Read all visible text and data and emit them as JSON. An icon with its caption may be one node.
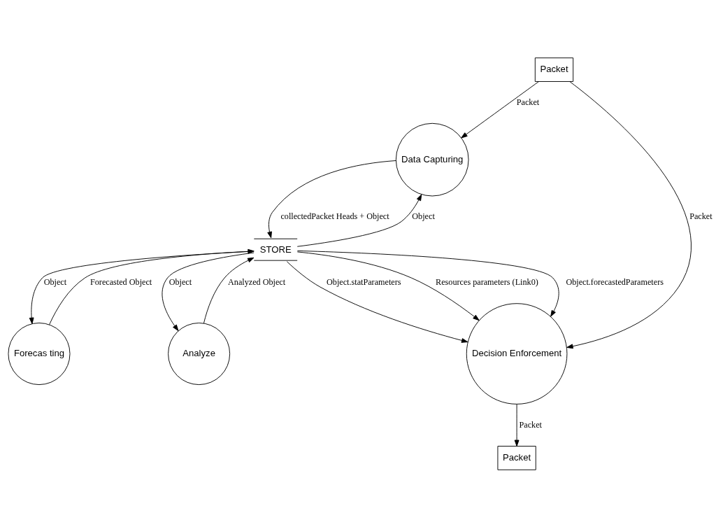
{
  "diagram": {
    "nodes": [
      {
        "text": [
          "Packet"
        ]
      },
      {
        "text": [
          "Data Capturing"
        ]
      },
      {
        "text": [
          "STORE"
        ]
      },
      {
        "text": [
          "Forecas ting"
        ]
      },
      {
        "text": [
          "Analyze"
        ]
      },
      {
        "text": [
          "Packet"
        ]
      },
      {
        "text": [
          "Decision Enforcement"
        ]
      }
    ],
    "edges": [
      {
        "from": 0,
        "to": 1,
        "arrow": "to",
        "label": "Packet"
      },
      {
        "from": 1,
        "to": 2,
        "arrow": "to",
        "label": "collectedPacket Heads + Object"
      },
      {
        "from": 2,
        "to": 1,
        "arrow": "to",
        "label": "Object"
      },
      {
        "from": 3,
        "to": 2,
        "arrow": "to",
        "label": "Forecasted Object"
      },
      {
        "from": 2,
        "to": 3,
        "arrow": "to",
        "label": "Object"
      },
      {
        "from": 2,
        "to": 4,
        "arrow": "to",
        "label": "Object"
      },
      {
        "from": 4,
        "to": 2,
        "arrow": "to",
        "label": "Analyzed Object"
      },
      {
        "from": 0,
        "to": 6,
        "arrow": "to",
        "label": "Packet"
      },
      {
        "from": 2,
        "to": 6,
        "arrow": "to",
        "label": "Object.statParameters"
      },
      {
        "from": 2,
        "to": 6,
        "arrow": "to",
        "label": "Resources parameters (Link0)"
      },
      {
        "from": 2,
        "to": 6,
        "arrow": "to",
        "label": "Object.forecastedParameters"
      },
      {
        "from": 6,
        "to": 5,
        "arrow": "to",
        "label": "Packet"
      }
    ]
  }
}
